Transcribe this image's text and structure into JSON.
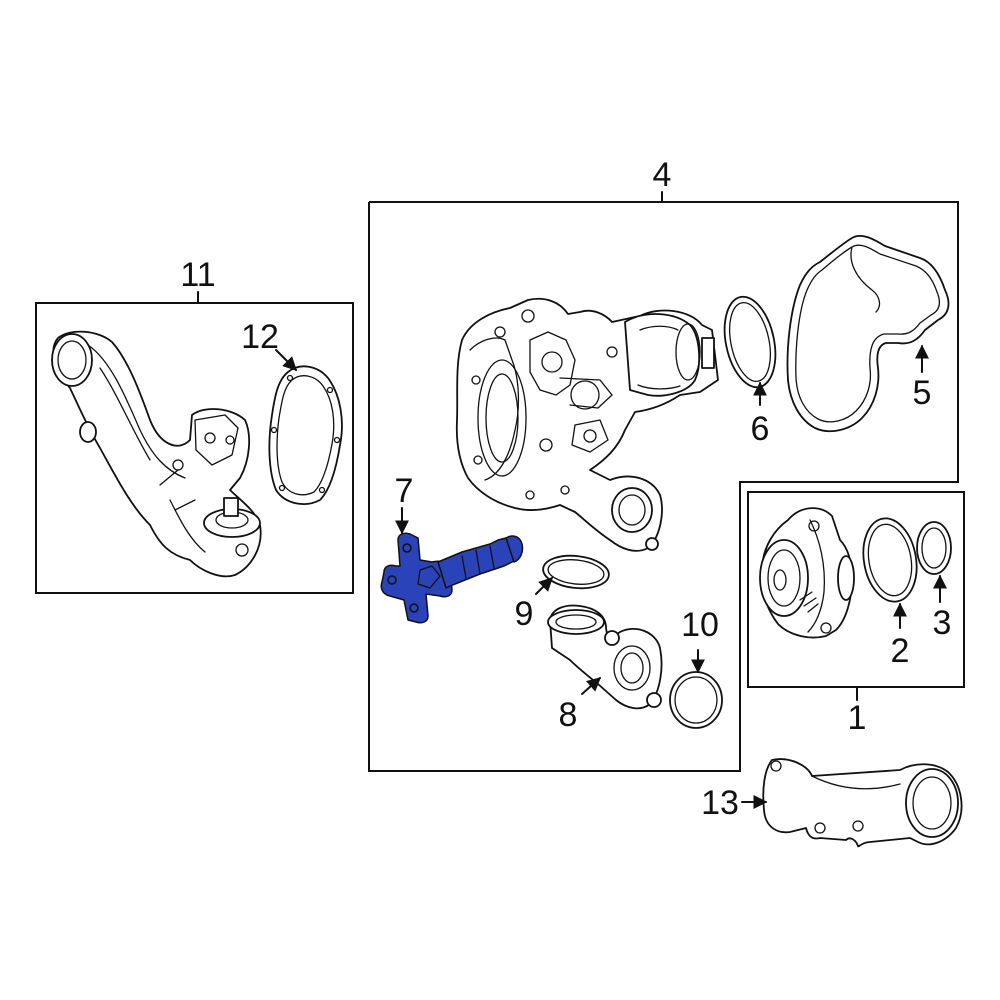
{
  "diagram": {
    "highlight_color": "#2a43b8",
    "line_color": "#111111",
    "background": "#ffffff",
    "callouts": {
      "c1": "1",
      "c2": "2",
      "c3": "3",
      "c4": "4",
      "c5": "5",
      "c6": "6",
      "c7": "7",
      "c8": "8",
      "c9": "9",
      "c10": "10",
      "c11": "11",
      "c12": "12",
      "c13": "13"
    },
    "highlighted_part": "7"
  }
}
